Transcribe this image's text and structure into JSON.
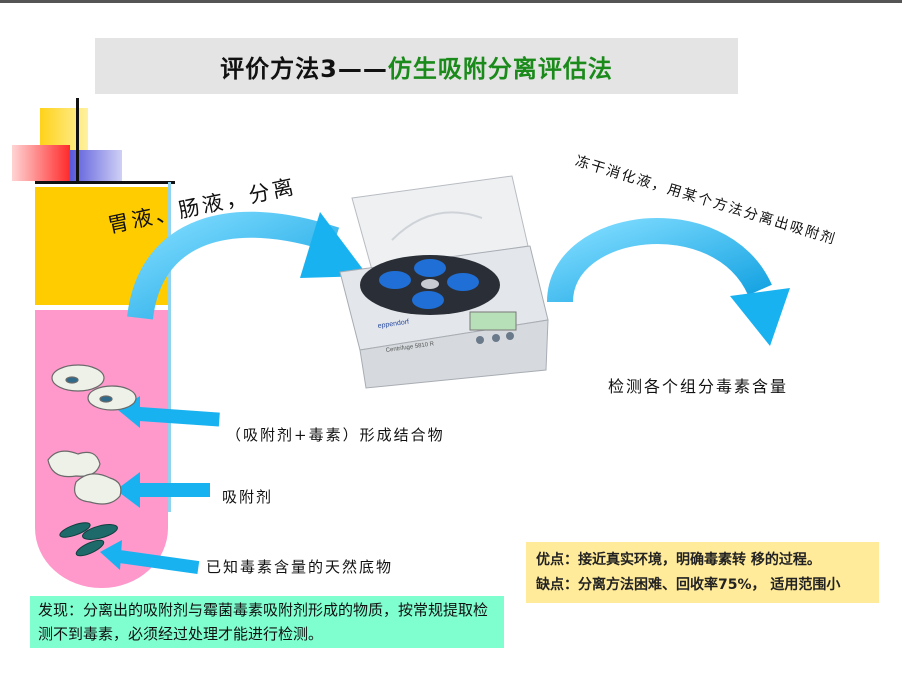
{
  "title": {
    "part1": "评价方法3——",
    "part2": "仿生吸附分离评估法"
  },
  "step1_label": "胃液、肠液，分离",
  "step2_label": "冻干消化液，用某个方法分离出吸附剂",
  "result_label": "检测各个组分毒素含量",
  "tube_labels": {
    "complex": "（吸附剂+毒素）形成结合物",
    "adsorbent": "吸附剂",
    "substrate": "已知毒素含量的天然底物"
  },
  "centrifuge": {
    "brand": "eppendorf",
    "model": "Centrifuge 5810 R"
  },
  "finding": "发现：分离出的吸附剂与霉菌毒素吸附剂形成的物质，按常规提取检测不到毒素，必须经过处理才能进行检测。",
  "pros": "优点：接近真实环境，明确毒素转 移的过程。",
  "cons": "缺点：分离方法困难、回收率75%，  适用范围小",
  "colors": {
    "arrow": "#19b2f0",
    "tube_top": "#ffcc00",
    "tube_bottom": "#ff99cc",
    "title_accent": "#1a8a1a"
  }
}
